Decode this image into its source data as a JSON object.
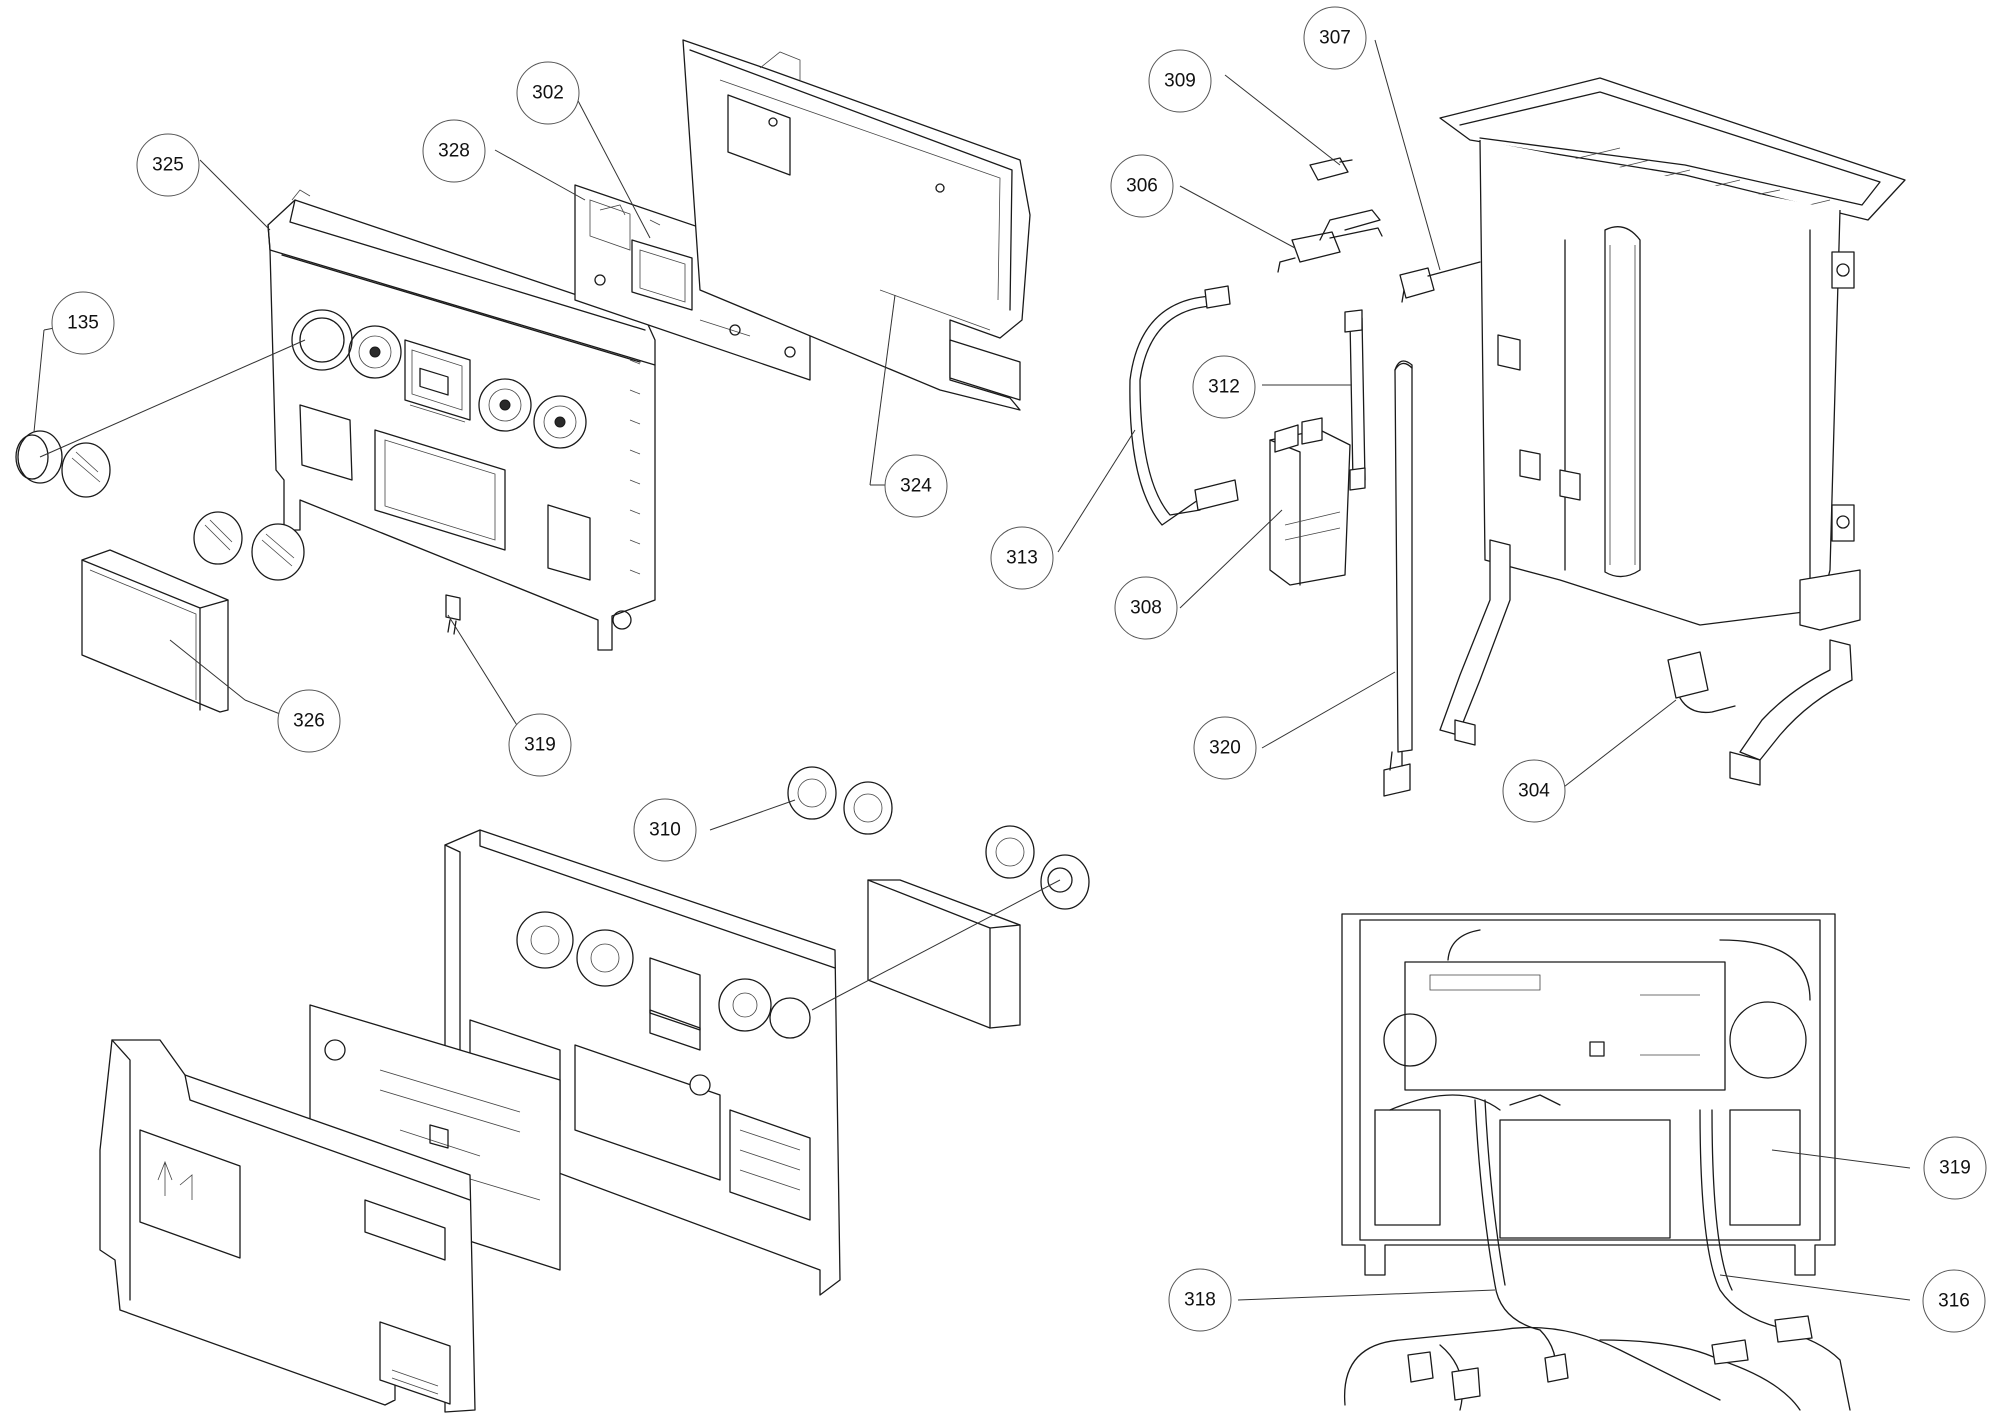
{
  "diagram": {
    "callouts": [
      {
        "id": "c135",
        "number": "135"
      },
      {
        "id": "c325",
        "number": "325"
      },
      {
        "id": "c328",
        "number": "328"
      },
      {
        "id": "c302",
        "number": "302"
      },
      {
        "id": "c324",
        "number": "324"
      },
      {
        "id": "c326",
        "number": "326"
      },
      {
        "id": "c319a",
        "number": "319"
      },
      {
        "id": "c309",
        "number": "309"
      },
      {
        "id": "c307",
        "number": "307"
      },
      {
        "id": "c306",
        "number": "306"
      },
      {
        "id": "c312",
        "number": "312"
      },
      {
        "id": "c313",
        "number": "313"
      },
      {
        "id": "c308",
        "number": "308"
      },
      {
        "id": "c320",
        "number": "320"
      },
      {
        "id": "c304",
        "number": "304"
      },
      {
        "id": "c310",
        "number": "310"
      },
      {
        "id": "c319b",
        "number": "319"
      },
      {
        "id": "c318",
        "number": "318"
      },
      {
        "id": "c316",
        "number": "316"
      }
    ]
  }
}
